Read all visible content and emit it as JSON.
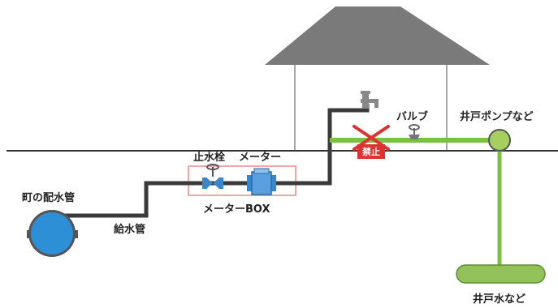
{
  "labels": {
    "stopcock": "止水栓",
    "meter": "メーター",
    "meter_box": "メーターBOX",
    "town_main": "町の配水管",
    "supply_pipe": "給水管",
    "valve": "バルブ",
    "well_pump": "井戸ポンプなど",
    "prohibited": "禁止",
    "well_water": "井戸水など"
  },
  "colors": {
    "house_fill": "#7a7a7a",
    "house_wall": "#a8a8a8",
    "ground": "#333333",
    "city_pipe": "#3a3a3a",
    "well_pipe": "#7ac143",
    "well_pump": "#a6cf60",
    "well_tank": "#93c15a",
    "town_main": "#2d8fd6",
    "meter": "#3a86cc",
    "meter_box_border": "#e88a8a",
    "prohibited": "#e03030"
  },
  "icons": {
    "faucet": "faucet-icon",
    "valve": "valve-icon",
    "stopcock": "stopcock-icon",
    "cross": "cross-mark-icon"
  }
}
